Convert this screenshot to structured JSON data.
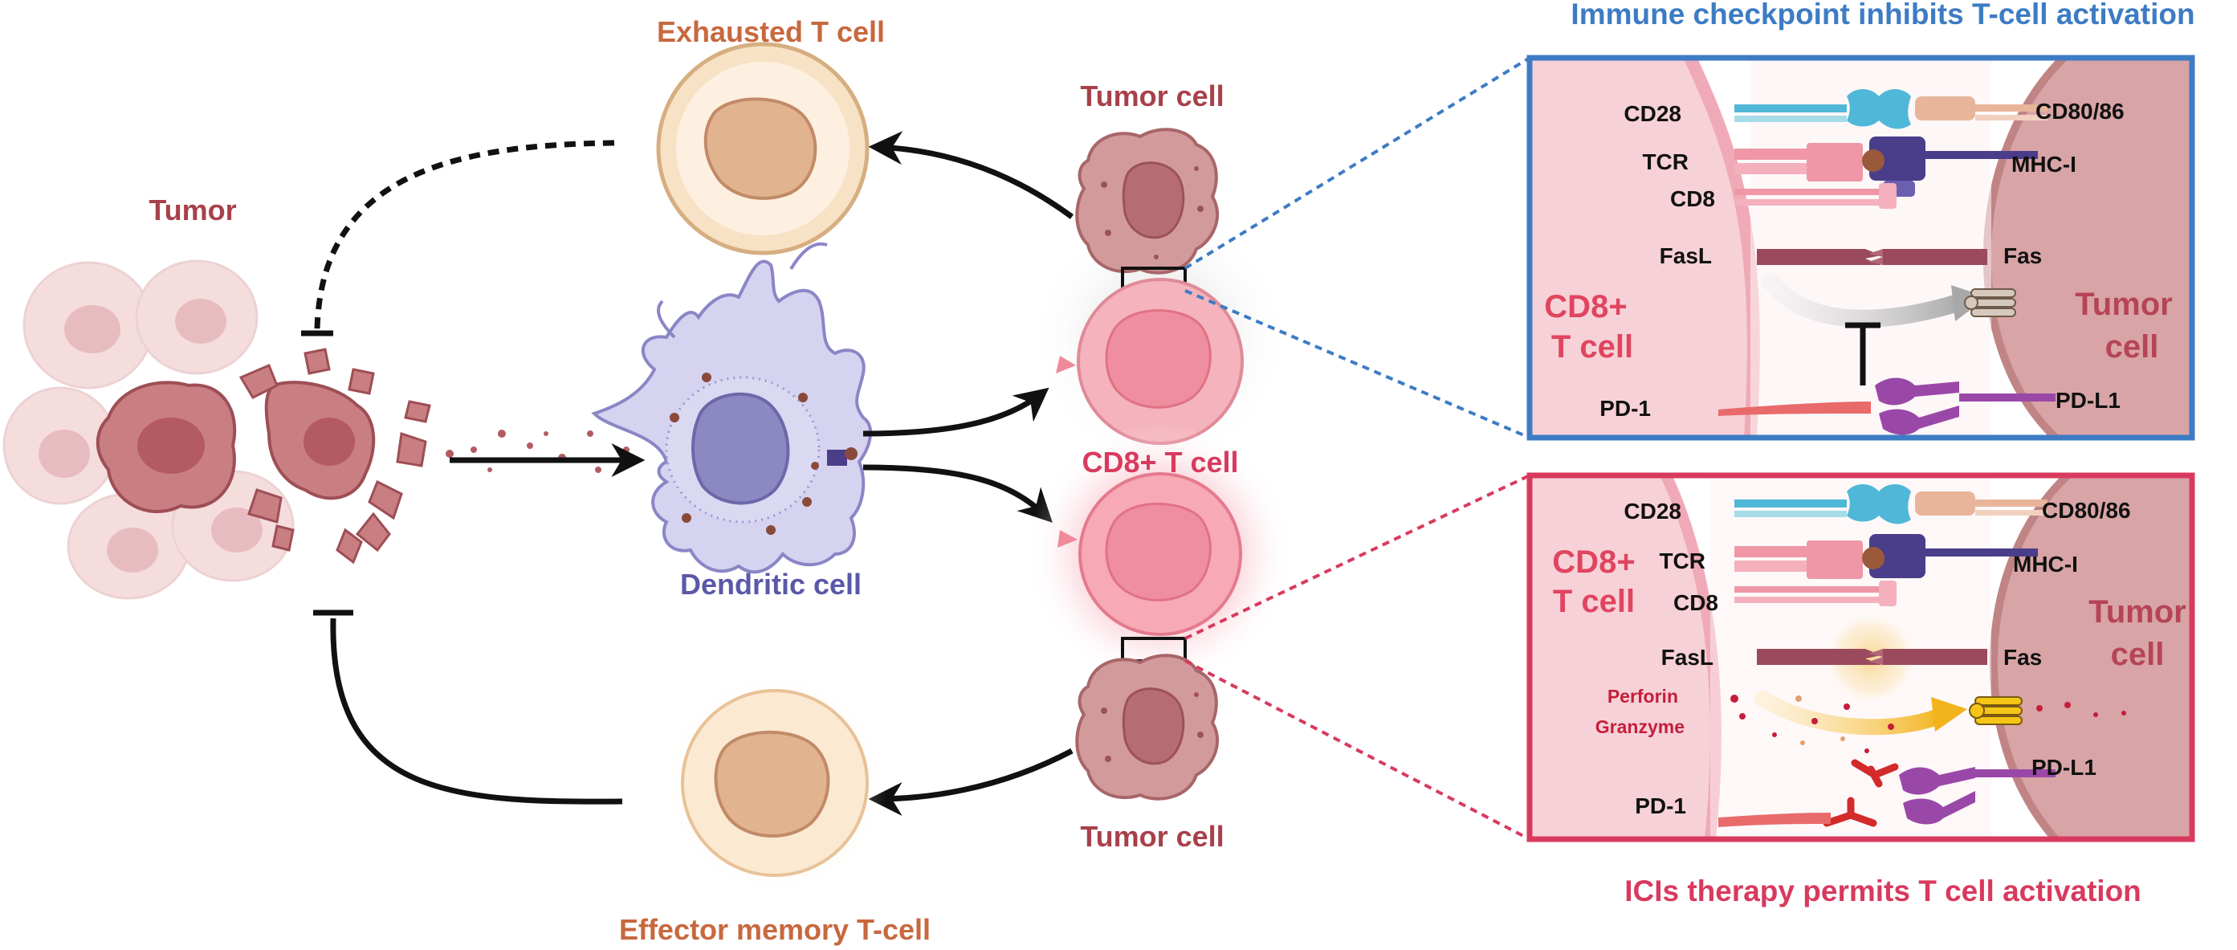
{
  "labels": {
    "tumor": "Tumor",
    "exhausted_t_cell": "Exhausted T cell",
    "tumor_cell_top": "Tumor cell",
    "dendritic_cell": "Dendritic cell",
    "cd8_t_cell_center": "CD8+ T cell",
    "tumor_cell_bottom": "Tumor cell",
    "effector_memory_t_cell": "Effector memory T-cell"
  },
  "top_panel": {
    "title": "Immune checkpoint inhibits T-cell activation",
    "frame_color": "#3d7cc4",
    "t_cell_label_line1": "CD8+",
    "t_cell_label_line2": "T cell",
    "tumor_label_line1": "Tumor",
    "tumor_label_line2": "cell",
    "left_markers": [
      "CD28",
      "TCR",
      "CD8",
      "FasL",
      "PD-1"
    ],
    "right_markers": [
      "CD80/86",
      "MHC-I",
      "Fas",
      "PD-L1"
    ]
  },
  "bottom_panel": {
    "title": "ICIs therapy permits T cell activation",
    "frame_color": "#d83a5e",
    "t_cell_label_line1": "CD8+",
    "t_cell_label_line2": "T cell",
    "tumor_label_line1": "Tumor",
    "tumor_label_line2": "cell",
    "left_markers": [
      "CD28",
      "TCR",
      "CD8",
      "FasL",
      "PD-1"
    ],
    "right_markers": [
      "CD80/86",
      "MHC-I",
      "Fas",
      "PD-L1"
    ],
    "perforin": "Perforin",
    "granzyme": "Granzyme"
  }
}
